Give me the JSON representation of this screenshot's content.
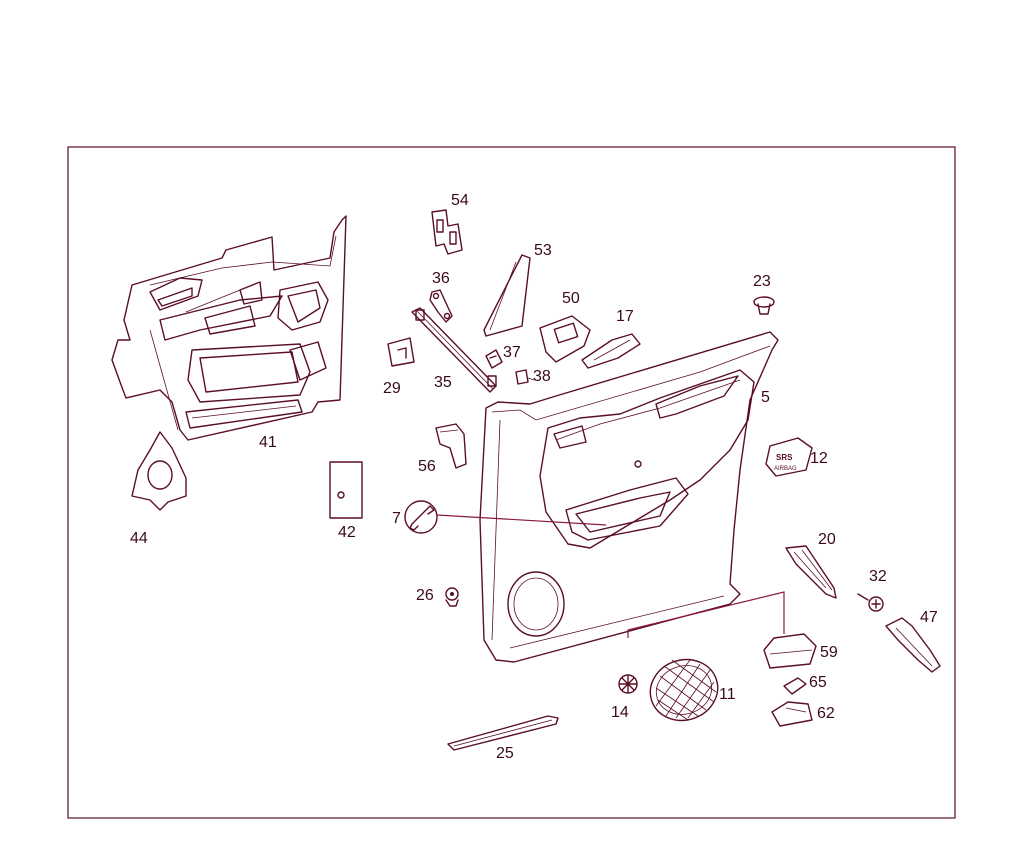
{
  "diagram": {
    "frame_color": "#5a0f24",
    "line_color": "#5a0f24",
    "label_color": "#3a0a18",
    "labels": [
      "54",
      "53",
      "36",
      "50",
      "23",
      "17",
      "37",
      "38",
      "35",
      "29",
      "5",
      "41",
      "12",
      "56",
      "42",
      "44",
      "7",
      "20",
      "32",
      "26",
      "47",
      "59",
      "11",
      "65",
      "14",
      "62",
      "25"
    ],
    "icons": {
      "door_panel": "door-trim-panel-icon",
      "insulation": "insulation-mat-icon",
      "speaker_grille": "speaker-grille-icon",
      "airbag_badge": "srs-airbag-badge-icon",
      "service_wrench": "wrench-icon"
    }
  }
}
